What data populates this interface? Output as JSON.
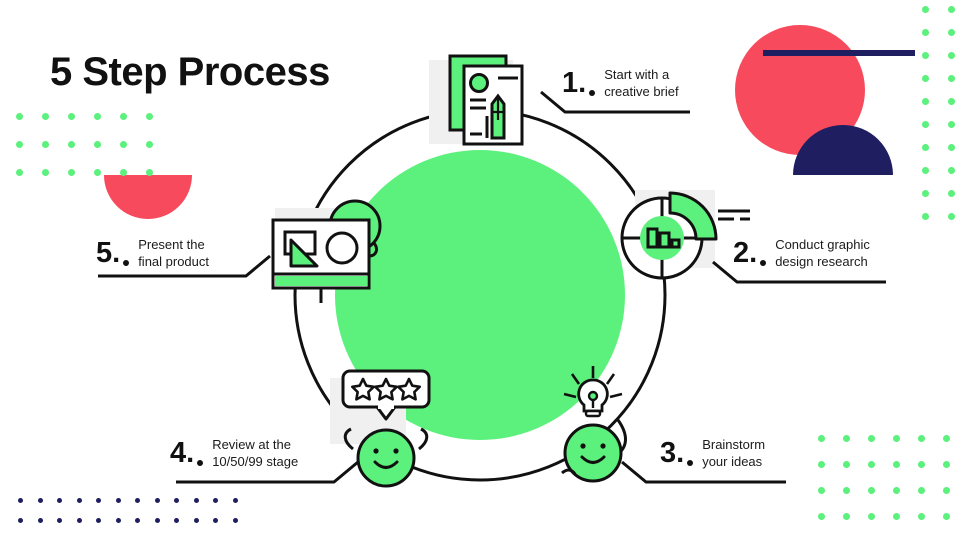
{
  "title": "5 Step Process",
  "colors": {
    "green": "#5CF07C",
    "coral": "#F74A5C",
    "navy": "#1E1E60",
    "ink": "#111111",
    "gray": "#F0F0F0"
  },
  "steps": [
    {
      "number": "1.",
      "text": "Start with a\ncreative brief",
      "icon": "creative-brief-document-icon"
    },
    {
      "number": "2.",
      "text": "Conduct graphic\ndesign research",
      "icon": "pie-chart-research-icon"
    },
    {
      "number": "3.",
      "text": "Brainstorm\nyour ideas",
      "icon": "lightbulb-idea-icon"
    },
    {
      "number": "4.",
      "text": "Review at the\n10/50/99 stage",
      "icon": "star-rating-review-icon"
    },
    {
      "number": "5.",
      "text": "Present the\nfinal product",
      "icon": "presentation-board-icon"
    }
  ],
  "decorations": {
    "top_right_circle": "coral-circle",
    "top_right_semicircle": "navy-semicircle",
    "top_right_bar": "navy-bar",
    "left_semicircle": "coral-semicircle",
    "top_left_dots": "green-dot-grid",
    "right_dots": "green-dot-grid",
    "bottom_right_dots": "green-dot-grid",
    "bottom_left_dots": "navy-dot-grid"
  },
  "center": {
    "ring": "process-ring",
    "disc": "green-disc"
  }
}
